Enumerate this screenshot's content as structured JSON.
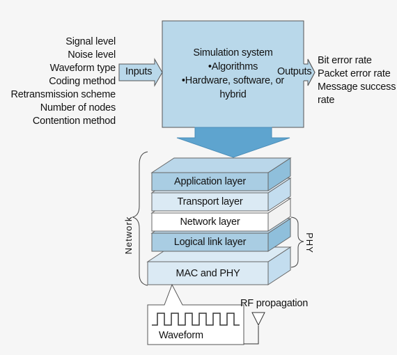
{
  "inputs": {
    "items": [
      "Signal level",
      "Noise level",
      "Waveform type",
      "Coding method",
      "Retransmission scheme",
      "Number of nodes",
      "Contention method"
    ],
    "arrow_label": "Inputs"
  },
  "simulation": {
    "title": "Simulation system",
    "bullet1": "•Algorithms",
    "bullet2": "•Hardware, software, or",
    "bullet2_cont": "hybrid"
  },
  "outputs": {
    "arrow_label": "Outputs",
    "items": [
      "Bit error rate",
      "Packet error rate",
      "Message success",
      "rate"
    ]
  },
  "stack": {
    "layers": [
      "Application layer",
      "Transport layer",
      "Network layer",
      "Logical link layer",
      "MAC and PHY"
    ],
    "network_label": "Network",
    "phy_label": "PHY"
  },
  "rf": {
    "label": "RF propagation",
    "waveform_label": "Waveform"
  },
  "colors": {
    "box_fill": "#b9d8ea",
    "layer_light": "#dbeaf4",
    "layer_mid": "#a9cde3",
    "arrow_fill": "#5ea4cf",
    "stroke": "#333333"
  }
}
